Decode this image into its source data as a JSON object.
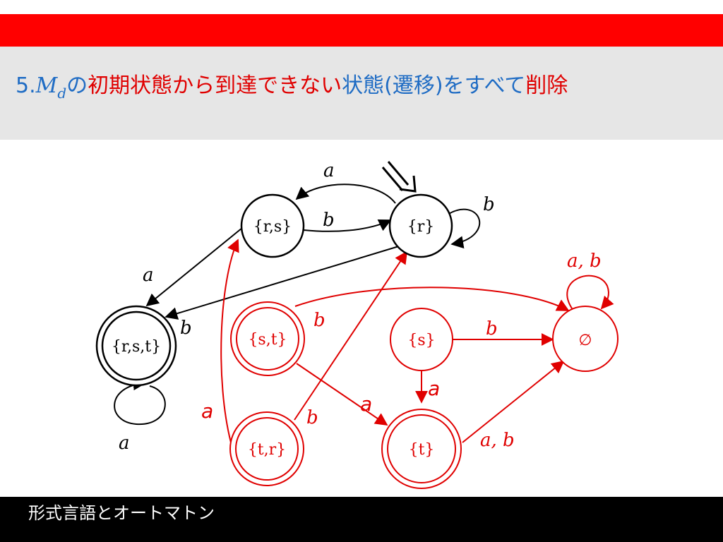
{
  "title": {
    "number": "5.",
    "math_main": "M",
    "math_sub": "d",
    "part1": "の",
    "part2": "初期状態から到達できない",
    "part3": "状態(遷移)をすべて",
    "part4": "削除"
  },
  "diagram": {
    "colors": {
      "kept": "#000000",
      "removed": "#e00000"
    },
    "states": {
      "rs": "{r,s}",
      "r": "{r}",
      "rst": "{r,s,t}",
      "st": "{s,t}",
      "s": "{s}",
      "empty": "∅",
      "tr": "{t,r}",
      "t": "{t}"
    },
    "labels": {
      "r_to_rs": "a",
      "rs_to_r": "b",
      "r_loop": "b",
      "rs_to_rst": "a",
      "rst_to_r": "b",
      "rst_loop": "a",
      "empty_loop": "a, b",
      "st_to_empty": "b",
      "s_to_empty": "b",
      "s_to_t": "a",
      "tr_to_rs": "a",
      "st_to_t": "a",
      "tr_to_r": "b",
      "t_to_empty": "a, b"
    }
  },
  "footer": {
    "text": "形式言語とオートマトン"
  }
}
